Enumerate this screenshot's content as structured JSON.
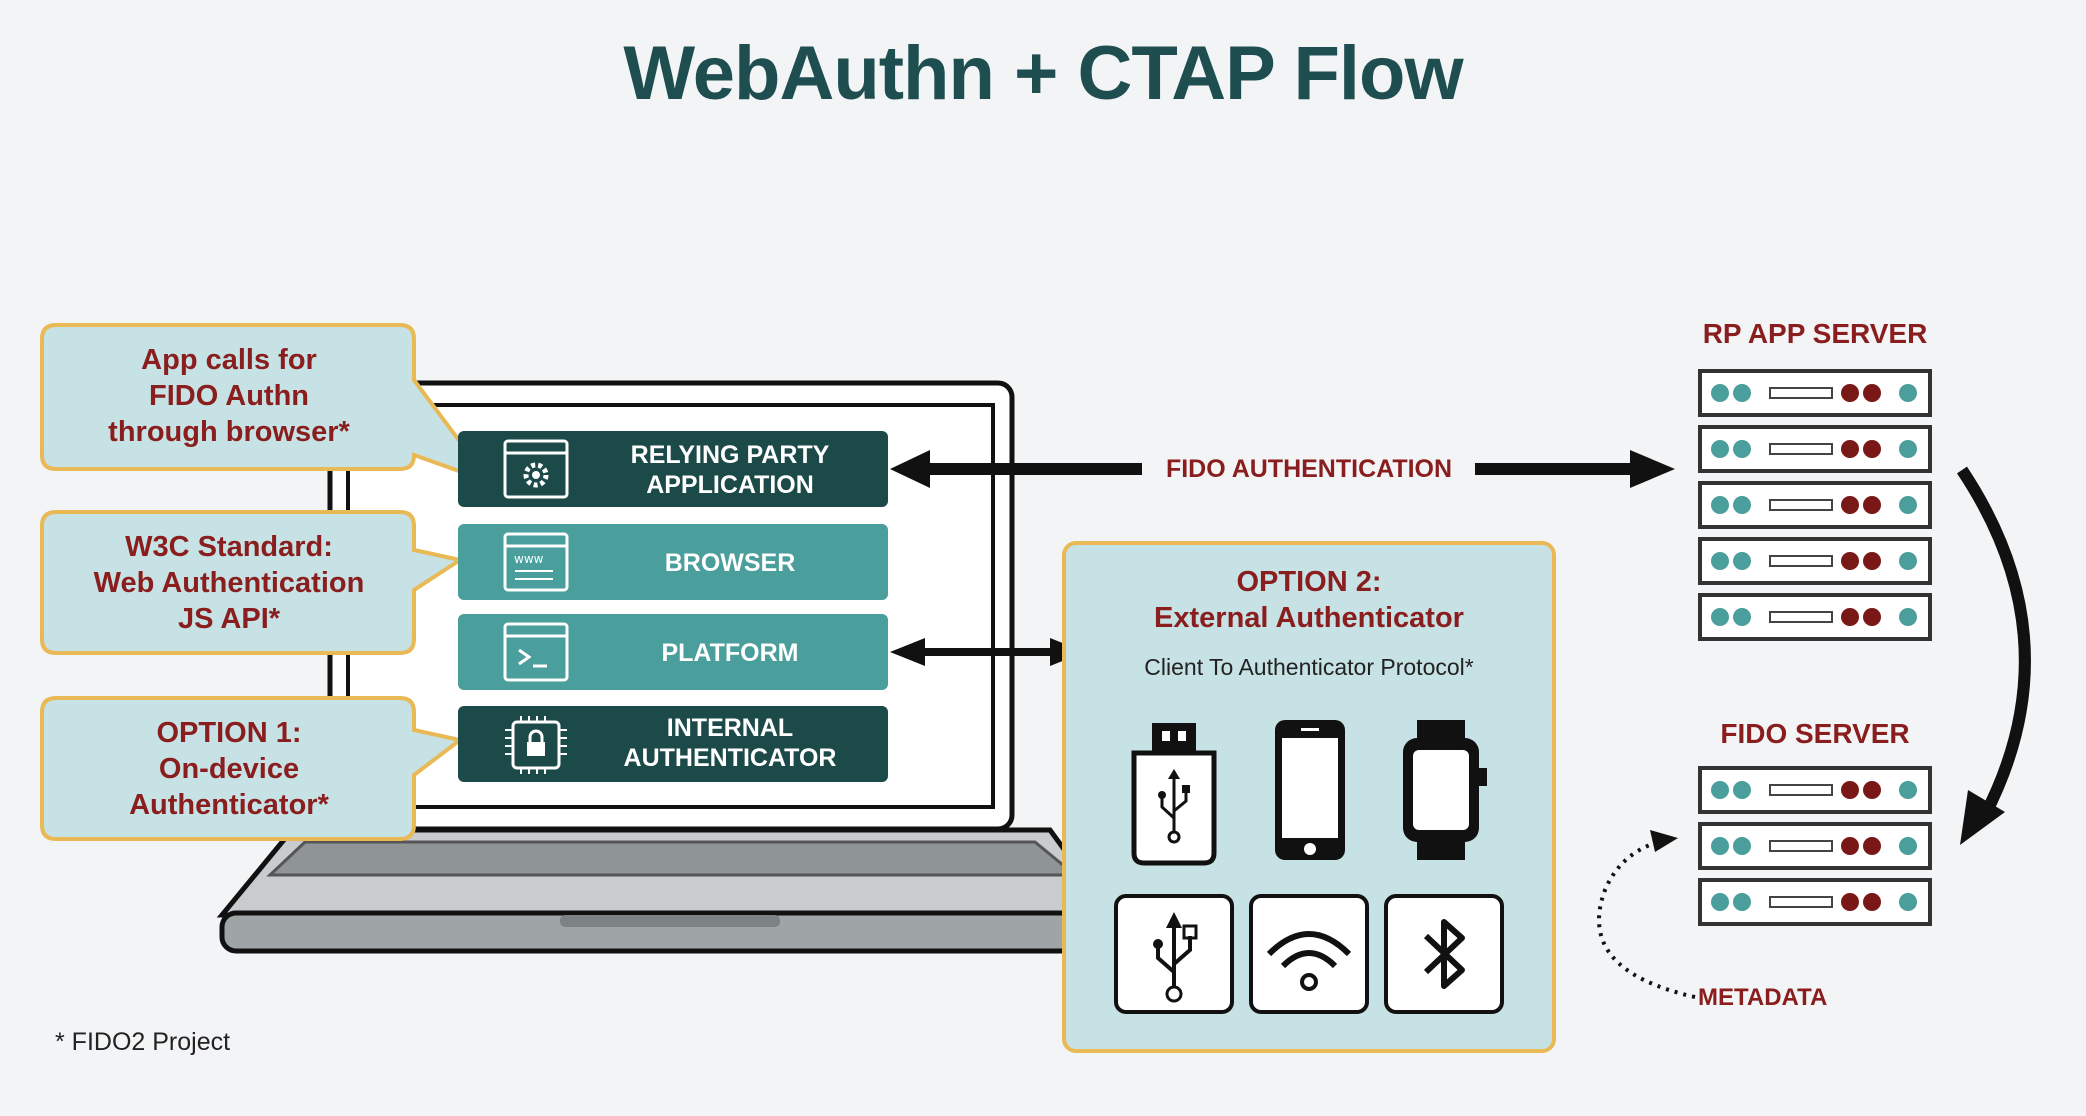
{
  "title": "WebAuthn + CTAP Flow",
  "callouts": [
    {
      "lines": [
        "App calls for",
        "FIDO Authn",
        "through browser*"
      ]
    },
    {
      "lines": [
        "W3C Standard:",
        "Web Authentication",
        "JS API*"
      ]
    },
    {
      "lines": [
        "OPTION 1:",
        "On-device",
        "Authenticator*"
      ]
    }
  ],
  "stack": [
    {
      "lines": [
        "RELYING PARTY",
        "APPLICATION"
      ],
      "icon": "gear-icon"
    },
    {
      "lines": [
        "BROWSER"
      ],
      "icon": "browser-www-icon"
    },
    {
      "lines": [
        "PLATFORM"
      ],
      "icon": "terminal-icon"
    },
    {
      "lines": [
        "INTERNAL",
        "AUTHENTICATOR"
      ],
      "icon": "chip-lock-icon"
    }
  ],
  "fido_authentication": "FIDO AUTHENTICATION",
  "option2": {
    "title": [
      "OPTION 2:",
      "External Authenticator"
    ],
    "subtitle": "Client To Authenticator Protocol*",
    "devices": [
      "usb-key-icon",
      "phone-icon",
      "watch-icon"
    ],
    "transports": [
      "usb-icon",
      "wireless-icon",
      "bluetooth-icon"
    ]
  },
  "rp_app_server": "RP APP SERVER",
  "fido_server": "FIDO SERVER",
  "metadata": "METADATA",
  "footnote": "* FIDO2 Project",
  "colors": {
    "title": "#1f4e51",
    "dark_teal": "#1c4a48",
    "teal": "#4a9e9b",
    "callout_fill": "#c6e2e4",
    "callout_border": "#e8b955",
    "label_red": "#8a1d1d"
  }
}
